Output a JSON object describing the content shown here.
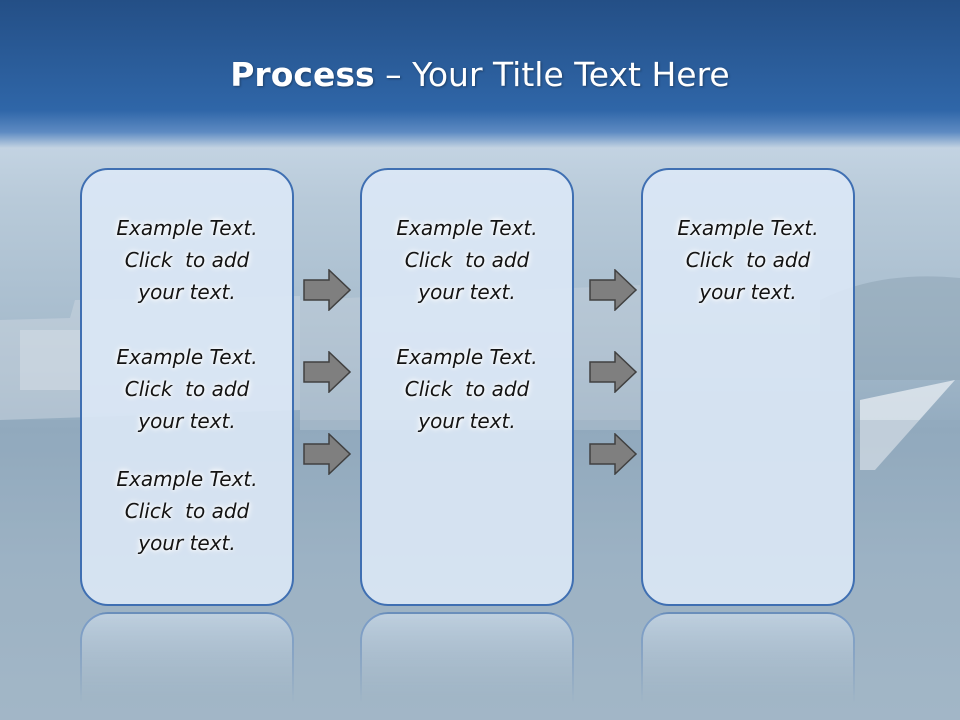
{
  "slide": {
    "title_bold": "Process",
    "title_rest": " – Your Title Text Here"
  },
  "columns": [
    {
      "blocks": [
        {
          "lines": [
            "Example Text.",
            "Click  to add",
            "your text."
          ]
        },
        {
          "lines": [
            "Example Text.",
            "Click  to add",
            "your text."
          ]
        },
        {
          "lines": [
            "Example Text.",
            "Click  to add",
            "your text."
          ]
        }
      ]
    },
    {
      "blocks": [
        {
          "lines": [
            "Example Text.",
            "Click  to add",
            "your text."
          ]
        },
        {
          "lines": [
            "Example Text.",
            "Click  to add",
            "your text."
          ]
        }
      ]
    },
    {
      "blocks": [
        {
          "lines": [
            "Example Text.",
            "Click  to add",
            "your text."
          ]
        }
      ]
    }
  ],
  "arrows": {
    "icon": "right-arrow-icon",
    "fill": "#7f7f7f",
    "stroke": "#404040"
  },
  "colors": {
    "box_fill": "#dbe8f6",
    "box_border": "#3f6fb2",
    "title_bar": "#2f66a8"
  }
}
